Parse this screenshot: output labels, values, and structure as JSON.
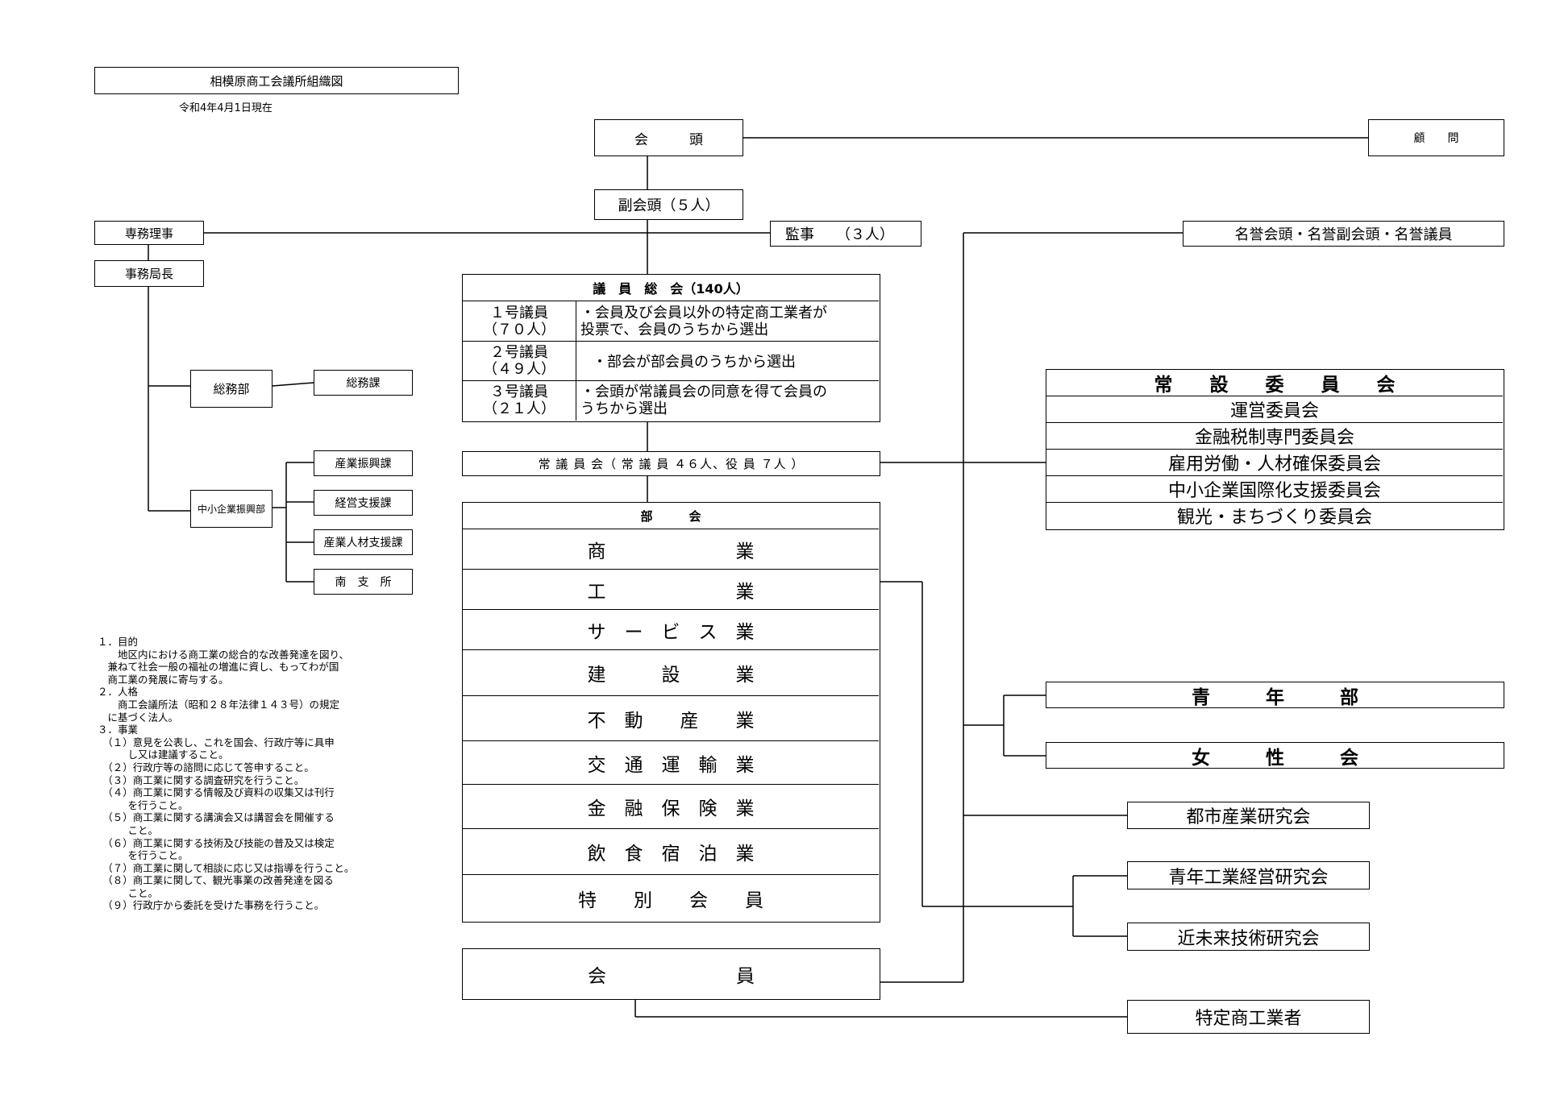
{
  "title": "相模原商工会議所組織図",
  "date": "令和4年4月1日現在",
  "chairman": "会　　　頭",
  "advisor": "顧　　問",
  "vice_chairman": "副会頭（５人）",
  "executive_director": "専務理事",
  "auditor": "監事　　（３人）",
  "honorary": "名誉会頭・名誉副会頭・名誉議員",
  "secretary_general": "事務局長",
  "general_affairs_dept": "総務部",
  "general_affairs_section": "総務課",
  "sme_dept": "中小企業振興部",
  "sme_sections": [
    "産業振興課",
    "経営支援課",
    "産業人材支援課",
    "南　支　所"
  ],
  "assembly": {
    "header": "議　員　総　会（140人）",
    "rows": [
      {
        "member": [
          "１号議員",
          "（７０人）"
        ],
        "desc": [
          "・会員及び会員以外の特定商工業者が",
          "投票で、会員のうちから選出"
        ]
      },
      {
        "member": [
          "２号議員",
          "（４９人）"
        ],
        "desc": [
          "・部会が部会員のうちから選出"
        ]
      },
      {
        "member": [
          "３号議員",
          "（２１人）"
        ],
        "desc": [
          "・会頭が常議員会の同意を得て会員の",
          "うちから選出"
        ]
      }
    ]
  },
  "standing_council": "常 議 員 会（ 常 議 員 ４６人、役 員 ７人 ）",
  "standing_committees": {
    "header": "常　　設　　委　　員　　会",
    "items": [
      "運営委員会",
      "金融税制専門委員会",
      "雇用労働・人材確保委員会",
      "中小企業国際化支援委員会",
      "観光・まちづくり委員会"
    ]
  },
  "sections": {
    "header": "部　　　会",
    "items": [
      "商　　　　　　　業",
      "工　　　　　　　業",
      "サ　ー　ビ　ス　業",
      "建　　　設　　　業",
      "不　動　　産　　業",
      "交　通　運　輸　業",
      "金　融　保　険　業",
      "飲　食　宿　泊　業",
      "特　　別　　会　　員"
    ]
  },
  "members": "会　　　　　　　員",
  "youth_dept": "青　　　年　　　部",
  "women_assoc": "女　　　性　　　会",
  "urban_industry": "都市産業研究会",
  "young_industrial": "青年工業経営研究会",
  "future_tech": "近未来技術研究会",
  "specified": "特定商工業者",
  "notes": [
    "１．目的",
    "　　地区内における商工業の総合的な改善発達を図り、",
    "　兼ねて社会一般の福祉の増進に資し、もってわが国",
    "　商工業の発展に寄与する。",
    "２．人格",
    "　　商工会議所法（昭和２８年法律１４３号）の規定",
    "　に基づく法人。",
    "３．事業",
    "　（１）意見を公表し、これを国会、行政庁等に具申",
    "　　　し又は建議すること。",
    "　（２）行政庁等の諮問に応じて答申すること。",
    "　（３）商工業に関する調査研究を行うこと。",
    "　（４）商工業に関する情報及び資料の収集又は刊行",
    "　　　を行うこと。",
    "　（５）商工業に関する講演会又は講習会を開催する",
    "　　　こと。",
    "　（６）商工業に関する技術及び技能の普及又は検定",
    "　　　を行うこと。",
    "　（７）商工業に関して相談に応じ又は指導を行うこと。",
    "　（８）商工業に関して、観光事業の改善発達を図る",
    "　　　こと。",
    "　（９）行政庁から委託を受けた事務を行うこと。"
  ]
}
